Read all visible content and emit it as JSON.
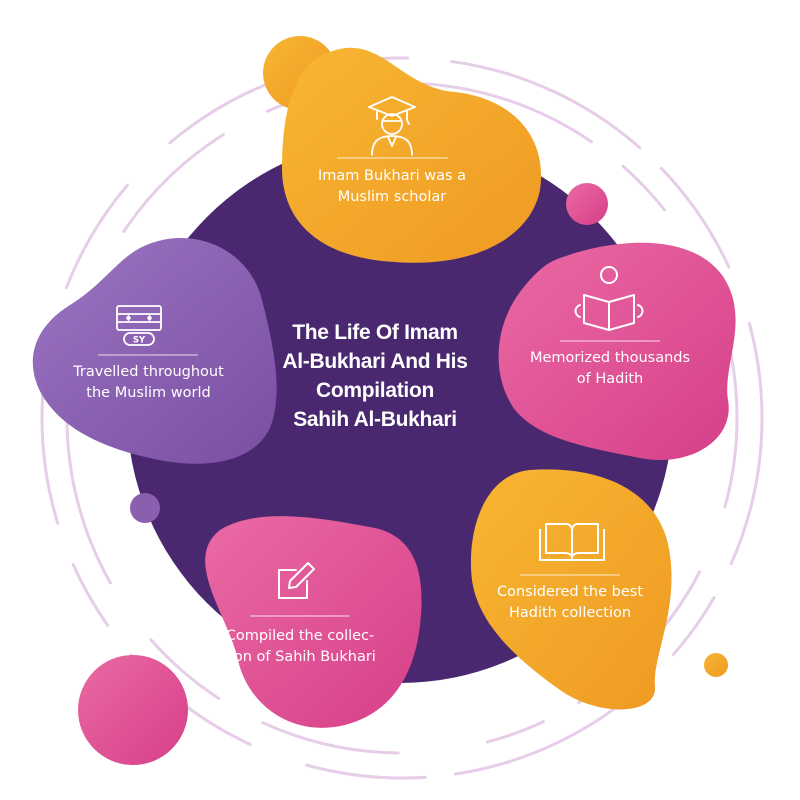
{
  "title": "The Life Of Imam\nAl-Bukhari And His\nCompilation\nSahih Al-Bukhari",
  "items": [
    {
      "label": "Imam Bukhari was a\nMuslim scholar",
      "icon": "scholar-icon",
      "color": "#f4a528"
    },
    {
      "label": "Memorized thousands\nof Hadith",
      "icon": "reading-person-icon",
      "color": "#e24f94"
    },
    {
      "label": "Considered the best\nHadith collection",
      "icon": "open-book-icon",
      "color": "#f4a528"
    },
    {
      "label": "Compiled the collec-\ntion of Sahih Bukhari",
      "icon": "edit-icon",
      "color": "#e24f94"
    },
    {
      "label": "Travelled throughout\nthe Muslim world",
      "icon": "flag-icon",
      "color": "#8a5fb0"
    }
  ],
  "colors": {
    "center_circle": "#4a2870",
    "orange": "#f4a528",
    "pink": "#e24f94",
    "purple": "#8a5fb0",
    "ring": "#e4c8e6"
  }
}
